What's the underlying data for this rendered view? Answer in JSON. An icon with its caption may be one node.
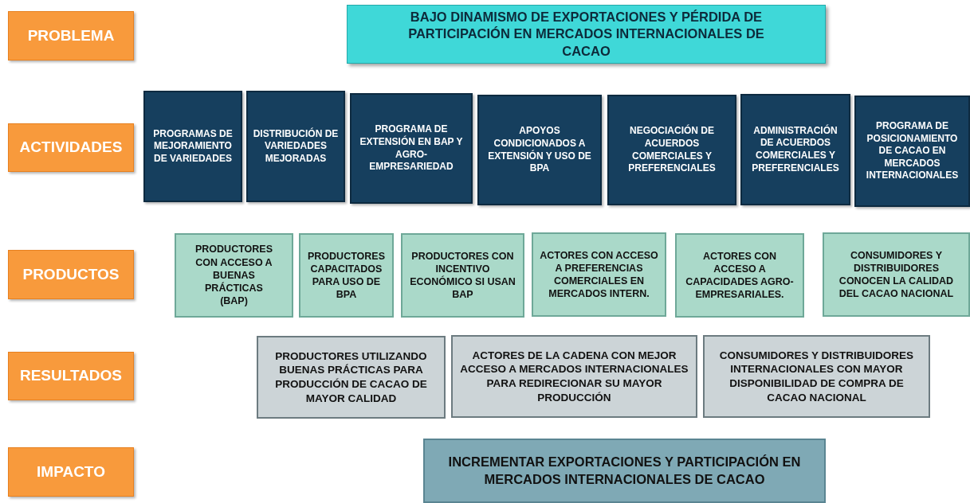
{
  "diagram": {
    "nodes": [
      {
        "text": [
          "PROBLEMA"
        ]
      },
      {
        "text": [
          "ACTIVIDADES"
        ]
      },
      {
        "text": [
          "PRODUCTOS"
        ]
      },
      {
        "text": [
          "RESULTADOS"
        ]
      },
      {
        "text": [
          "IMPACTO"
        ]
      },
      {
        "text": [
          "BAJO DINAMISMO DE EXPORTACIONES Y PÉRDIDA DE PARTICIPACIÓN EN MERCADOS INTERNACIONALES DE CACAO"
        ]
      },
      {
        "text": [
          "PROGRAMAS DE MEJORAMIENTO DE VARIEDADES"
        ]
      },
      {
        "text": [
          "DISTRIBUCIÓN DE VARIEDADES MEJORADAS"
        ]
      },
      {
        "text": [
          "PROGRAMA DE EXTENSIÓN EN BAP Y AGRO-EMPRESARIEDAD"
        ]
      },
      {
        "text": [
          "APOYOS CONDICIONADOS A EXTENSIÓN Y USO DE BPA"
        ]
      },
      {
        "text": [
          "NEGOCIACIÓN DE ACUERDOS COMERCIALES Y PREFERENCIALES"
        ]
      },
      {
        "text": [
          "ADMINISTRACIÓN DE ACUERDOS COMERCIALES Y PREFERENCIALES"
        ]
      },
      {
        "text": [
          "PROGRAMA DE POSICIONAMIENTO DE CACAO EN MERCADOS INTERNACIONALES"
        ]
      },
      {
        "text": [
          "PRODUCTORES CON ACCESO A BUENAS PRÁCTICAS (BAP)"
        ]
      },
      {
        "text": [
          "PRODUCTORES CAPACITADOS PARA USO DE BPA"
        ]
      },
      {
        "text": [
          "PRODUCTORES CON INCENTIVO ECONÓMICO SI USAN BAP"
        ]
      },
      {
        "text": [
          "ACTORES CON ACCESO A PREFERENCIAS COMERCIALES EN MERCADOS INTERN."
        ]
      },
      {
        "text": [
          "ACTORES CON ACCESO A CAPACIDADES AGRO-EMPRESARIALES."
        ]
      },
      {
        "text": [
          "CONSUMIDORES Y DISTRIBUIDORES CONOCEN LA CALIDAD DEL CACAO NACIONAL"
        ]
      },
      {
        "text": [
          "PRODUCTORES UTILIZANDO BUENAS PRÁCTICAS PARA PRODUCCIÓN DE CACAO DE MAYOR CALIDAD"
        ]
      },
      {
        "text": [
          "ACTORES DE LA CADENA CON MEJOR ACCESO A MERCADOS INTERNACIONALES PARA REDIRECIONAR SU MAYOR PRODUCCIÓN"
        ]
      },
      {
        "text": [
          "CONSUMIDORES Y DISTRIBUIDORES INTERNACIONALES CON MAYOR DISPONIBILIDAD DE COMPRA DE CACAO NACIONAL"
        ]
      },
      {
        "text": [
          "INCREMENTAR EXPORTACIONES Y PARTICIPACIÓN EN MERCADOS INTERNACIONALES DE CACAO"
        ]
      }
    ],
    "edges": []
  }
}
